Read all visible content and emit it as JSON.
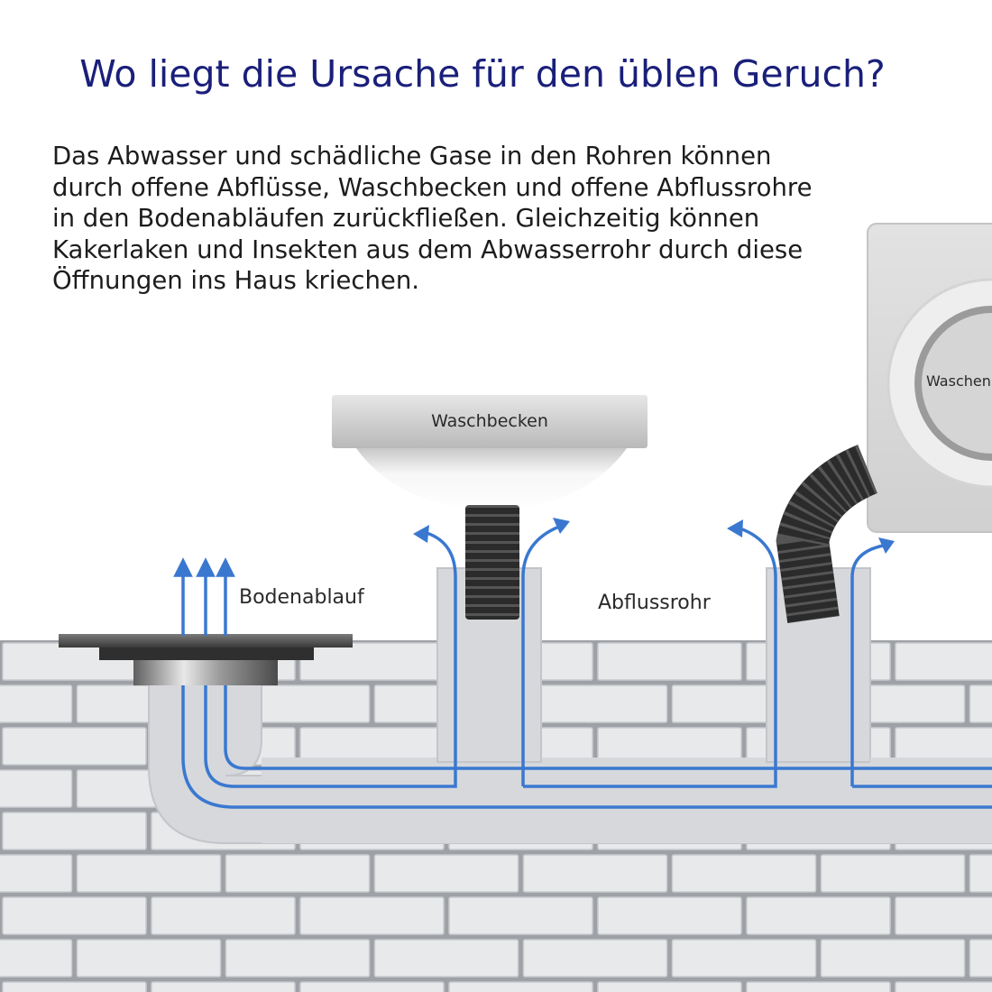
{
  "title": "Wo liegt die Ursache für den üblen Geruch?",
  "description": {
    "lines": [
      "Das Abwasser und schädliche Gase in den Rohren können",
      "durch offene Abflüsse, Waschbecken und offene Abflussrohre",
      "in den Bodenabläufen zurückfließen. Gleichzeitig können",
      "Kakerlaken und Insekten aus dem Abwasserrohr durch diese",
      "Öffnungen ins Haus kriechen."
    ]
  },
  "labels": {
    "sink": "Waschbecken",
    "floor_drain": "Bodenablauf",
    "drain_pipe": "Abflussrohr",
    "washing_machine": "Waschen"
  },
  "colors": {
    "title": "#1a1f7a",
    "flow": "#3a78d0",
    "pipe": "#d6d8dc",
    "brick": "#e8e9eb",
    "hose": "#2b2b2b"
  },
  "icons": [
    "up-arrow-icon",
    "curved-arrow-icon"
  ]
}
